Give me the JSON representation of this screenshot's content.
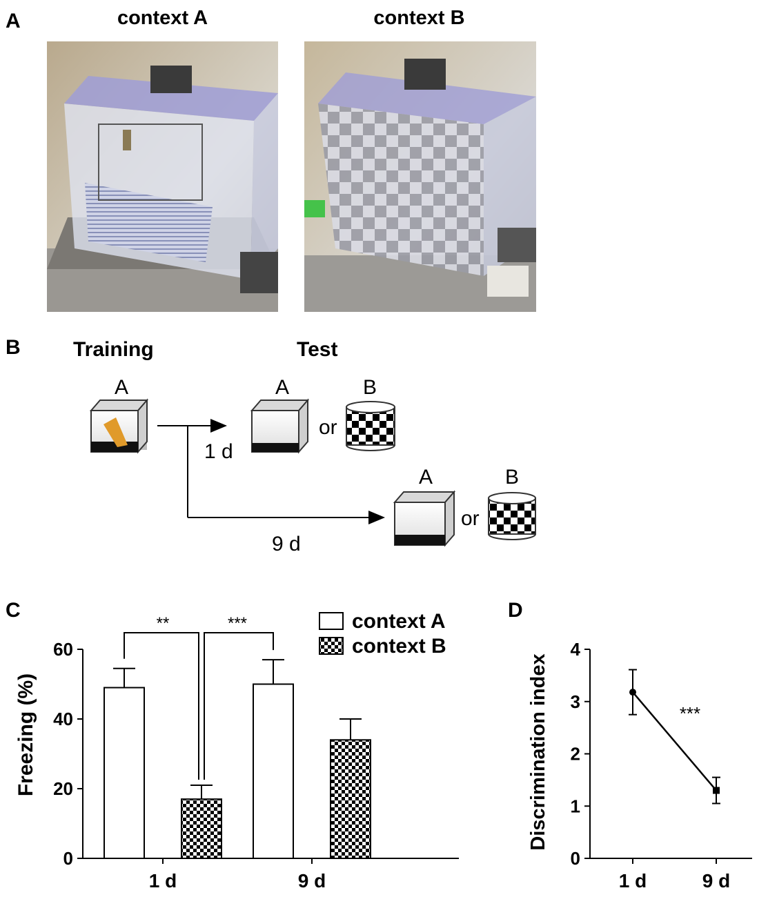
{
  "panels": {
    "a": "A",
    "b": "B",
    "c": "C",
    "d": "D"
  },
  "photos": {
    "context_a_title": "context A",
    "context_b_title": "context B"
  },
  "design": {
    "training_label": "Training",
    "test_label": "Test",
    "context_a": "A",
    "context_b": "B",
    "or_label": "or",
    "delay_1": "1 d",
    "delay_9": "9 d"
  },
  "chart_data": [
    {
      "type": "bar",
      "title": "",
      "xlabel": "",
      "ylabel": "Freezing (%)",
      "ylim": [
        0,
        60
      ],
      "yticks": [
        0,
        20,
        40,
        60
      ],
      "categories": [
        "1 d",
        "9 d"
      ],
      "series": [
        {
          "name": "context A",
          "values": [
            49,
            50
          ],
          "errors": [
            5.5,
            7
          ],
          "fill": "white"
        },
        {
          "name": "context B",
          "values": [
            17,
            34
          ],
          "errors": [
            4,
            6
          ],
          "fill": "checker"
        }
      ],
      "legend": "top-right",
      "significance": [
        {
          "label": "**",
          "between": "1 d context A vs 1 d context B"
        },
        {
          "label": "***",
          "between": "1 d context B vs 9 d context A"
        }
      ]
    },
    {
      "type": "line",
      "title": "",
      "xlabel": "",
      "ylabel": "Discrimination index",
      "ylim": [
        0,
        4
      ],
      "yticks": [
        0,
        1,
        2,
        3,
        4
      ],
      "categories": [
        "1 d",
        "9 d"
      ],
      "values": [
        3.18,
        1.3
      ],
      "errors": [
        0.43,
        0.25
      ],
      "significance": "***"
    }
  ]
}
